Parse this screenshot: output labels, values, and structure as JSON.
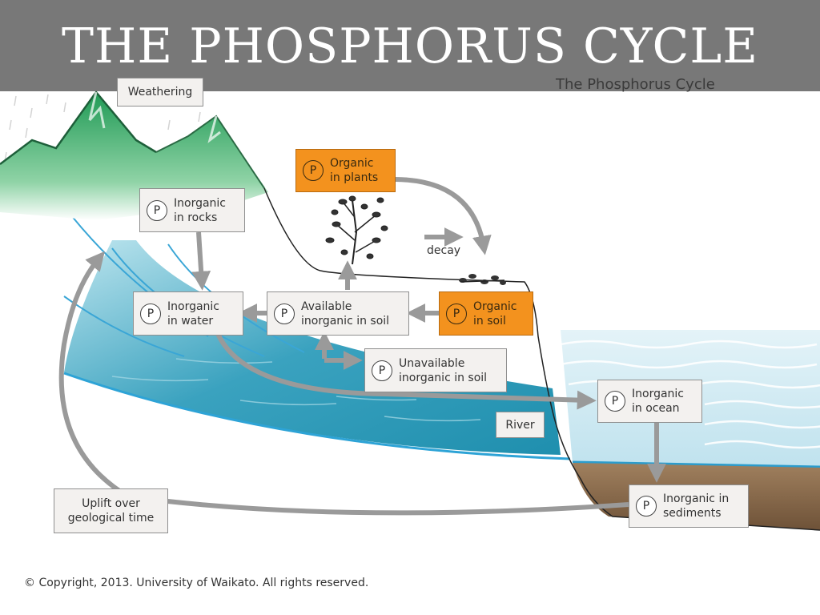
{
  "banner_title": "THE PHOSPHORUS CYCLE",
  "subtitle": "The Phosphorus Cycle",
  "labels": {
    "weathering": "Weathering",
    "inorganic_rocks": "Inorganic\nin rocks",
    "organic_plants": "Organic\nin plants",
    "decay": "decay",
    "inorganic_water": "Inorganic\nin water",
    "available_soil": "Available\ninorganic in soil",
    "organic_soil": "Organic\nin soil",
    "unavailable_soil": "Unavailable\ninorganic in soil",
    "inorganic_ocean": "Inorganic\nin ocean",
    "river": "River",
    "uplift": "Uplift over\ngeological time",
    "inorganic_sediments": "Inorganic in\nsediments",
    "p_symbol": "P"
  },
  "copyright": "© Copyright, 2013. University of Waikato. All rights reserved.",
  "colors": {
    "orange": "#f3921e",
    "arrow": "#9a9a9a",
    "mountain_green": "#3cae6a",
    "water": "#3aa6c8",
    "sediment": "#8b6a4a"
  }
}
